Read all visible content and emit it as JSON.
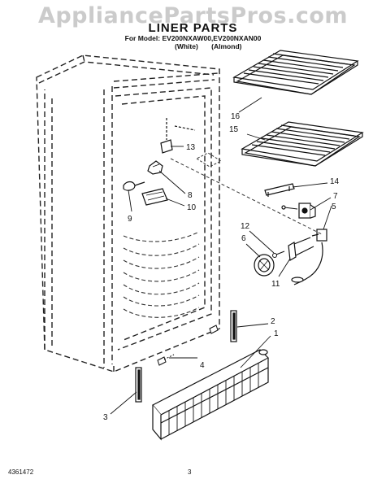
{
  "watermark": "AppliancePartsPros.com",
  "title": "LINER PARTS",
  "model_line": "For Model: EV200NXAW00,EV200NXAN00",
  "variants": [
    "(White)",
    "(Almond)"
  ],
  "doc_number": "4361472",
  "page_number": "3",
  "callouts": {
    "c1": "1",
    "c2": "2",
    "c3": "3",
    "c4": "4",
    "c5": "5",
    "c6": "6",
    "c7": "7",
    "c8": "8",
    "c9": "9",
    "c10": "10",
    "c11": "11",
    "c12": "12",
    "c13": "13",
    "c14": "14",
    "c15": "15",
    "c16": "16"
  }
}
